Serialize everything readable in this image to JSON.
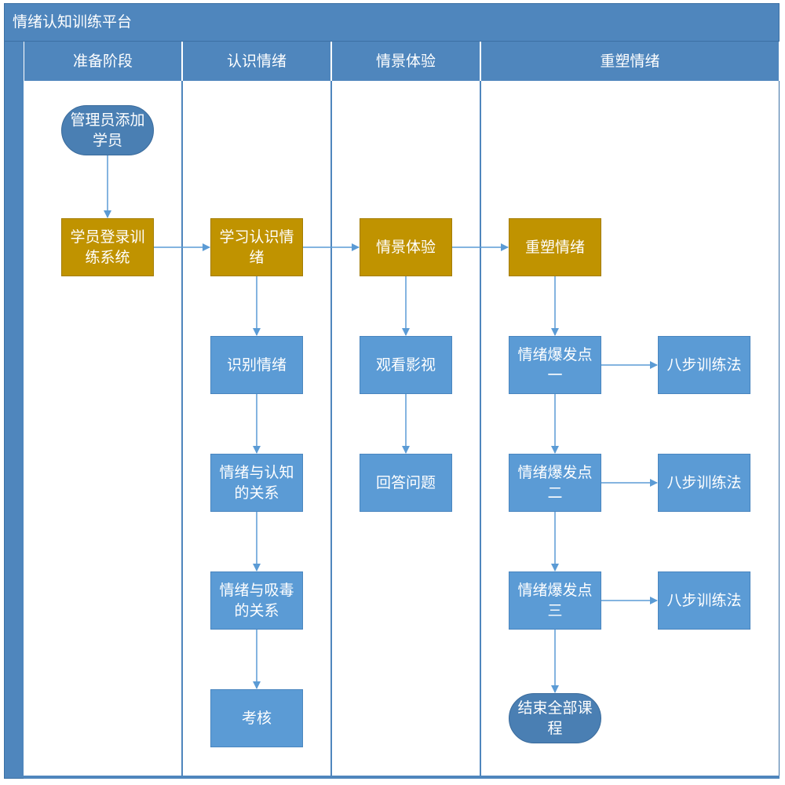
{
  "title": "情绪认知训练平台",
  "lanes": [
    {
      "label": "准备阶段"
    },
    {
      "label": "认识情绪"
    },
    {
      "label": "情景体验"
    },
    {
      "label": "重塑情绪"
    }
  ],
  "nodes": {
    "admin_add": {
      "text": "管理员添加学员"
    },
    "student_login": {
      "text": "学员登录训练系统"
    },
    "learn_emotion": {
      "text": "学习认识情绪"
    },
    "identify": {
      "text": "识别情绪"
    },
    "emotion_cognition": {
      "text": "情绪与认知的关系"
    },
    "emotion_drug": {
      "text": "情绪与吸毒的关系"
    },
    "exam": {
      "text": "考核"
    },
    "scenario": {
      "text": "情景体验"
    },
    "watch_video": {
      "text": "观看影视"
    },
    "answer": {
      "text": "回答问题"
    },
    "reshape": {
      "text": "重塑情绪"
    },
    "trigger1": {
      "text": "情绪爆发点一"
    },
    "trigger2": {
      "text": "情绪爆发点二"
    },
    "trigger3": {
      "text": "情绪爆发点三"
    },
    "method1": {
      "text": "八步训练法"
    },
    "method2": {
      "text": "八步训练法"
    },
    "method3": {
      "text": "八步训练法"
    },
    "finish": {
      "text": "结束全部课程"
    }
  },
  "colors": {
    "header": "#4f86bd",
    "process_blue": "#5b9bd5",
    "phase_gold": "#c09300",
    "terminal": "#4a7fb3",
    "arrow": "#5b9bd5"
  }
}
